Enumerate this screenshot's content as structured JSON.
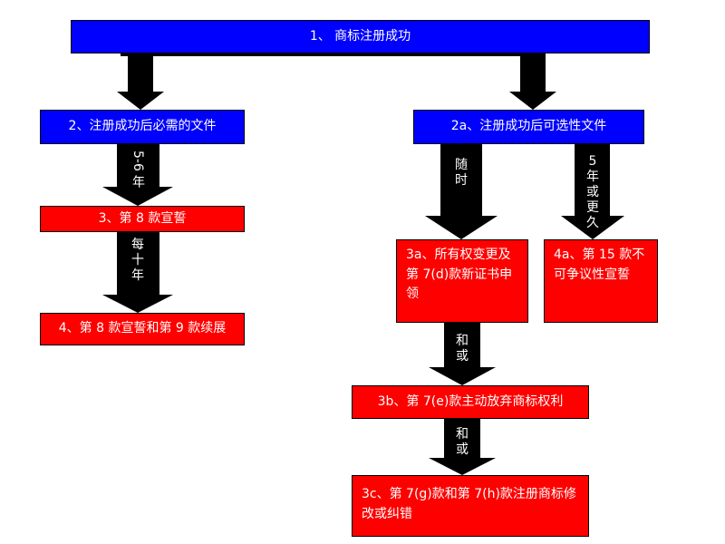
{
  "nodes": {
    "n1": "1、 商标注册成功",
    "n2": "2、注册成功后必需的文件",
    "n2a": "2a、注册成功后可选性文件",
    "n3": "3、第 8 款宣誓",
    "n4": "4、第 8 款宣誓和第 9 款续展",
    "n3a": "3a、所有权变更及第 7(d)款新证书申领",
    "n4a": "4a、第 15 款不可争议性宣誓",
    "n3b": "3b、第 7(e)款主动放弃商标权利",
    "n3c": "3c、第 7(g)款和第 7(h)款注册商标修改或纠错"
  },
  "arrows": {
    "a2_3": "5-6 年",
    "a3_4": "每十年",
    "a2a_3a": "随时",
    "a2a_4a": "5 年或更久",
    "a3a_3b": "和或",
    "a3b_3c": "和或"
  },
  "colors": {
    "blue": "#0000ff",
    "red": "#ff0000",
    "arrow": "#000000"
  }
}
